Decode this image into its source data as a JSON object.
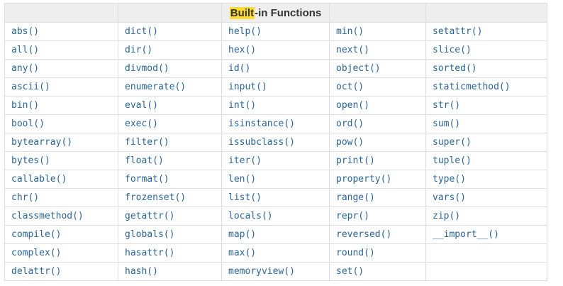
{
  "header": {
    "highlight": "Built",
    "rest": "-in Functions"
  },
  "rows": [
    [
      "abs()",
      "dict()",
      "help()",
      "min()",
      "setattr()"
    ],
    [
      "all()",
      "dir()",
      "hex()",
      "next()",
      "slice()"
    ],
    [
      "any()",
      "divmod()",
      "id()",
      "object()",
      "sorted()"
    ],
    [
      "ascii()",
      "enumerate()",
      "input()",
      "oct()",
      "staticmethod()"
    ],
    [
      "bin()",
      "eval()",
      "int()",
      "open()",
      "str()"
    ],
    [
      "bool()",
      "exec()",
      "isinstance()",
      "ord()",
      "sum()"
    ],
    [
      "bytearray()",
      "filter()",
      "issubclass()",
      "pow()",
      "super()"
    ],
    [
      "bytes()",
      "float()",
      "iter()",
      "print()",
      "tuple()"
    ],
    [
      "callable()",
      "format()",
      "len()",
      "property()",
      "type()"
    ],
    [
      "chr()",
      "frozenset()",
      "list()",
      "range()",
      "vars()"
    ],
    [
      "classmethod()",
      "getattr()",
      "locals()",
      "repr()",
      "zip()"
    ],
    [
      "compile()",
      "globals()",
      "map()",
      "reversed()",
      "__import__()"
    ],
    [
      "complex()",
      "hasattr()",
      "max()",
      "round()",
      ""
    ],
    [
      "delattr()",
      "hash()",
      "memoryview()",
      "set()",
      ""
    ]
  ]
}
